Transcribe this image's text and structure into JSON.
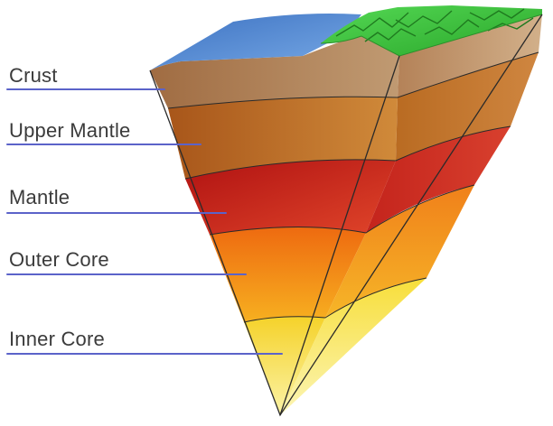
{
  "diagram": {
    "layers": [
      {
        "id": "crust",
        "label": "Crust",
        "color": "#a87a4e"
      },
      {
        "id": "upper-mantle",
        "label": "Upper Mantle",
        "color": "#b9651c"
      },
      {
        "id": "mantle",
        "label": "Mantle",
        "color": "#c9201a"
      },
      {
        "id": "outer-core",
        "label": "Outer Core",
        "color": "#ee8a12"
      },
      {
        "id": "inner-core",
        "label": "Inner Core",
        "color": "#f7df2c"
      }
    ],
    "surface": {
      "ocean_color": "#4f86cf",
      "land_color": "#3cc43c"
    },
    "leader_color": "#5b63c9"
  }
}
